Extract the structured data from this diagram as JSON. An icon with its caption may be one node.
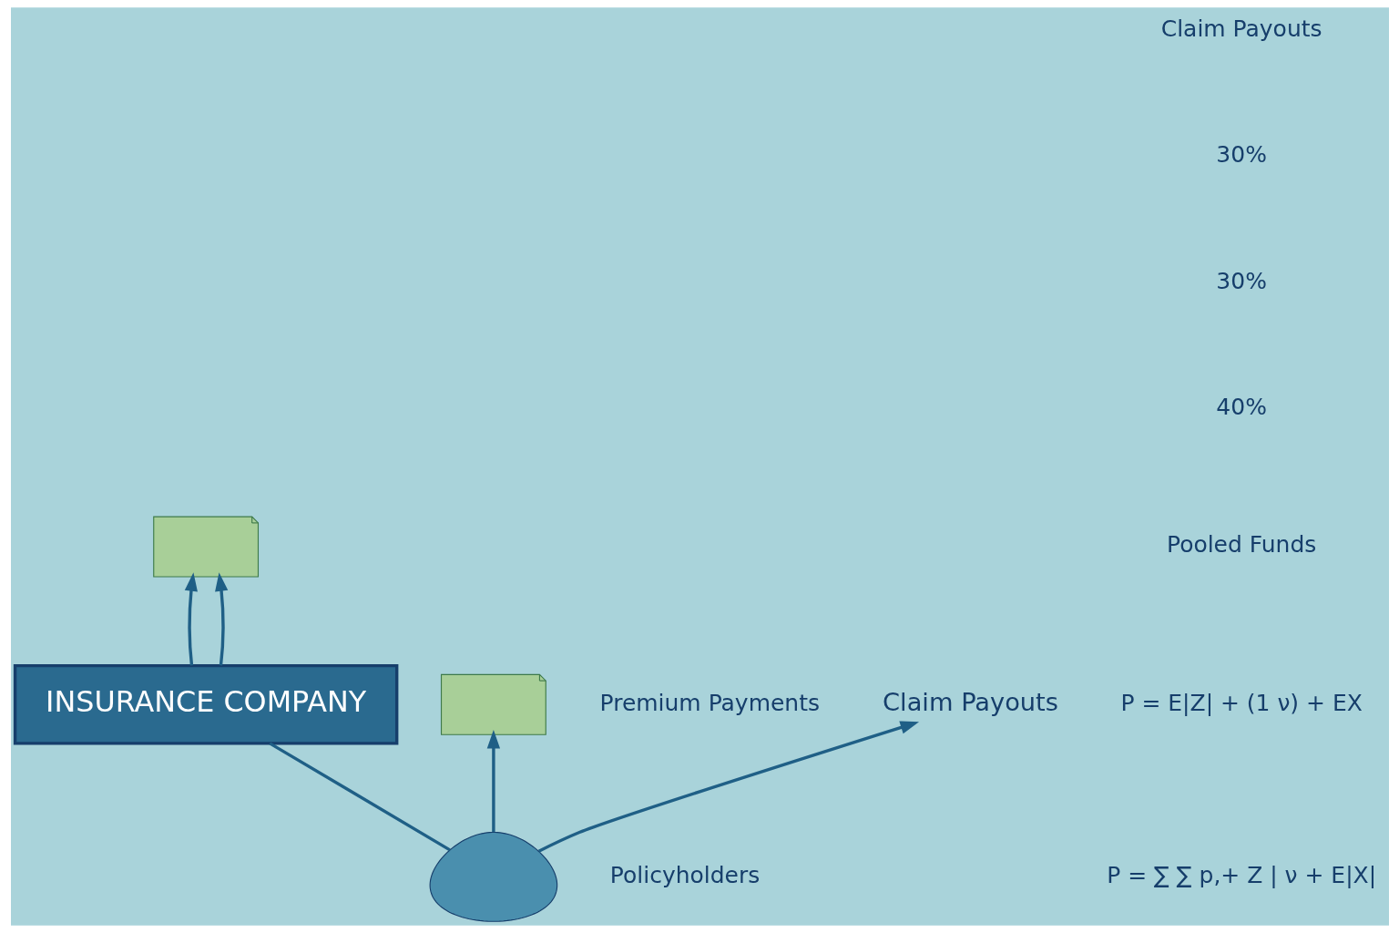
{
  "diagram": {
    "nodes": [
      {
        "text": [
          "INSURANCE COMPANY"
        ]
      },
      {
        "text": [],
        "shape": "person",
        "beside": [
          "Policyholders"
        ]
      },
      {
        "text": [],
        "shape": "picture",
        "beside": [
          "Premium Payments"
        ]
      },
      {
        "text": [],
        "shape": "picture"
      },
      {
        "text": [
          "Claim Payouts"
        ]
      }
    ],
    "edges": [
      {
        "from": 1,
        "to": 2,
        "arrow": "to"
      },
      {
        "from": 1,
        "to": 0,
        "arrow": "none"
      },
      {
        "from": 0,
        "to": 3,
        "arrow": "to"
      },
      {
        "from": 0,
        "to": 3,
        "arrow": "to"
      },
      {
        "from": 1,
        "to": 4,
        "arrow": "to"
      }
    ],
    "labels": [
      "P = ∑ ∑ p,+ Z | ν + E|X|",
      "P = E|Z| + (1 ν) + EX",
      "Pooled Funds",
      "40%",
      "30%",
      "30%",
      "Claim Payouts"
    ]
  }
}
